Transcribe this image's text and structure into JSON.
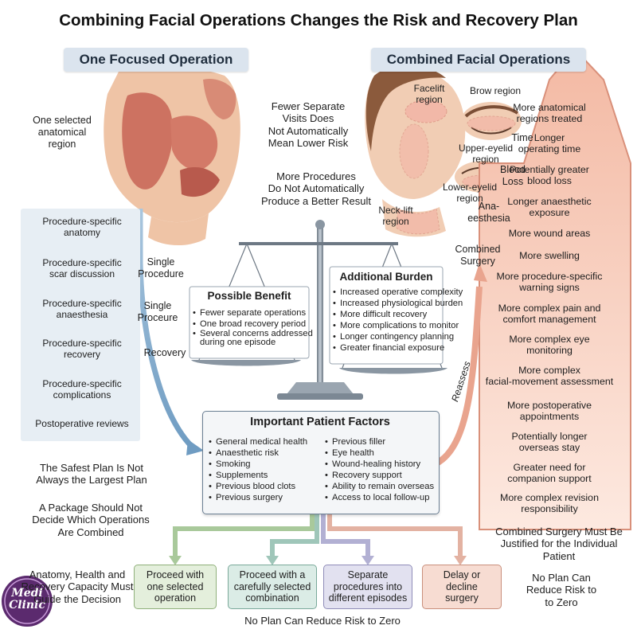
{
  "title": "Combining Facial Operations Changes the Risk and Recovery Plan",
  "left_panel": {
    "heading": "One Focused Operation",
    "region_note": "One selected\nanatomical\nregion",
    "items": [
      "Procedure-specific\nanatomy",
      "Procedure-specific\nscar discussion",
      "Procedure-specific\nanaesthesia",
      "Procedure-specific\nrecovery",
      "Procedure-specific\ncomplications",
      "Postoperative reviews"
    ],
    "arrow_labels": [
      "Single\nProcedure",
      "Single\nProceure",
      "Recovery"
    ]
  },
  "right_panel": {
    "heading": "Combined Facial Operations",
    "face_labels": {
      "facelift": "Facelift\nregion",
      "brow": "Brow region",
      "upper_eyelid": "Upper-eyelid\nregion",
      "lower_eyelid": "Lower-eyelid\nregion",
      "neck_lift": "Neck-lift\nregion",
      "time": "Time",
      "blood_loss": "Blood\nLoss",
      "anaesthesia": "Ana-\neesthesia",
      "combined_surgery": "Combined\nSurgery",
      "reassess": "Reassess"
    },
    "arrow_items": [
      "More anatomical\nregions treated",
      "Longer\noperating time",
      "Potentially greater\nblood loss",
      "Longer anaesthetic\nexposure",
      "More wound areas",
      "More swelling",
      "More procedure-specific\nwarning signs",
      "More complex pain and\ncomfort management",
      "More complex eye\nmonitoring",
      "More complex\nfacial-movement assessment",
      "More postoperative\nappointments",
      "Potentially longer\noverseas stay",
      "Greater need for\ncompanion support",
      "More complex revision\nresponsibility"
    ]
  },
  "center_notes": {
    "fewer_visits": "Fewer Separate\nVisits Does\nNot Automatically\nMean Lower Risk",
    "more_procedures": "More Procedures\nDo Not Automatically\nProduce a Better Result"
  },
  "scale": {
    "benefit_title": "Possible Benefit",
    "benefit_items": [
      "Fewer separate operations",
      "One broad recovery period",
      "Several concerns addressed\nduring one episode"
    ],
    "burden_title": "Additional Burden",
    "burden_items": [
      "Increased operative complexity",
      "Increased physiological burden",
      "More difficult recovery",
      "More complications to monitor",
      "Longer contingency planning",
      "Greater financial exposure"
    ]
  },
  "patient_factors": {
    "title": "Important Patient Factors",
    "left": [
      "General medical health",
      "Anaesthetic risk",
      "Smoking",
      "Supplements",
      "Previous blood clots",
      "Previous surgery"
    ],
    "right": [
      "Previous filler",
      "Eye health",
      "Wound-healing history",
      "Recovery support",
      "Ability to remain overseas",
      "Access to local follow-up"
    ]
  },
  "options": [
    {
      "label": "Proceed with\none selected\noperation",
      "fill": "#e4efdc",
      "border": "#8fb07a"
    },
    {
      "label": "Proceed with a\ncarefully selected\ncombination",
      "fill": "#dbece6",
      "border": "#7aa99a"
    },
    {
      "label": "Separate\nprocedures into\ndifferent episodes",
      "fill": "#e2e1f0",
      "border": "#8f8cb8"
    },
    {
      "label": "Delay or\ndecline\nsurgery",
      "fill": "#f7dcd2",
      "border": "#c98f7c"
    }
  ],
  "side_notes": {
    "safest_plan": "The Safest Plan Is Not\nAlways the Largest Plan",
    "package": "A Package Should Not\nDecide Which Operations\nAre Combined",
    "anatomy": "Anatomy, Health and\nRecovery Capacity Must\nGuide the Decision",
    "justified": "Combined Surgery Must Be\nJustified for the Individual\nPatient",
    "no_plan_right": "No Plan Can\nReduce Risk to\nto Zero",
    "no_plan_bottom": "No Plan Can Reduce Risk to Zero"
  },
  "logo": {
    "text": "Medi\nClinic"
  },
  "colors": {
    "pill": "#dbe4ee",
    "left_column": "#e7eef4",
    "risk_arrow": "#f5c7b3",
    "skin": "#efc4a6",
    "muscle": "#c9695a"
  }
}
